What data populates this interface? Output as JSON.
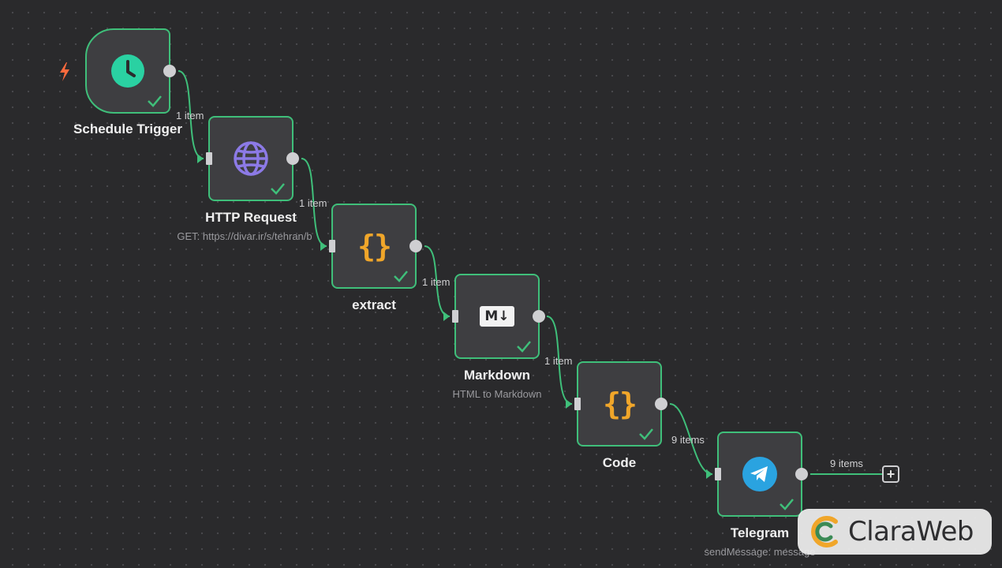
{
  "nodes": {
    "schedule": {
      "title": "Schedule Trigger"
    },
    "http": {
      "title": "HTTP Request",
      "subtitle": "GET: https://divar.ir/s/tehran/b"
    },
    "extract": {
      "title": "extract"
    },
    "markdown": {
      "title": "Markdown",
      "subtitle": "HTML to Markdown",
      "icon_text": "M↓"
    },
    "code": {
      "title": "Code"
    },
    "telegram": {
      "title": "Telegram",
      "subtitle": "sendMessage: message"
    }
  },
  "connections": [
    {
      "label": "1 item"
    },
    {
      "label": "1 item"
    },
    {
      "label": "1 item"
    },
    {
      "label": "1 item"
    },
    {
      "label": "9 items"
    },
    {
      "label": "9 items"
    }
  ],
  "icons": {
    "code_glyph": "{}",
    "add_glyph": "+"
  },
  "watermark": {
    "text": "ClaraWeb"
  },
  "colors": {
    "success_border": "#3fbf7a",
    "edge": "#3fbf7a",
    "trigger_icon": "#2ad1a2",
    "http_icon": "#8c7ae6",
    "code_icon": "#f0a62a",
    "telegram_icon": "#2aa3e0",
    "trigger_bolt": "#ff6a3d"
  }
}
